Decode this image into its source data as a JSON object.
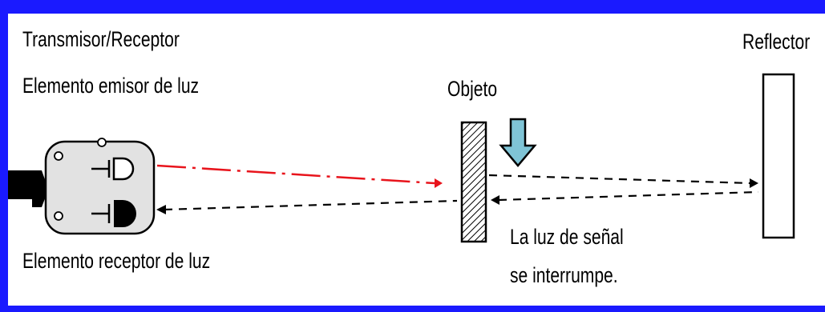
{
  "labels": {
    "transmitter_receiver": "Transmisor/Receptor",
    "emitter_element": "Elemento emisor de luz",
    "receiver_element": "Elemento receptor de luz",
    "object": "Objeto",
    "reflector": "Reflector",
    "signal_line1": "La luz de señal",
    "signal_line2": "se interrumpe."
  },
  "colors": {
    "frame": "#1a1aff",
    "background": "#ffffff",
    "emitted_beam": "#e8141c",
    "reflected_beam": "#000000",
    "arrow_fill": "#7fc4d6",
    "sensor_body": "#e2e2e2"
  },
  "icons": {
    "sensor": "photoelectric-sensor-icon",
    "object": "hatched-object-icon",
    "arrow": "down-arrow-icon",
    "reflector": "reflector-panel-icon"
  }
}
